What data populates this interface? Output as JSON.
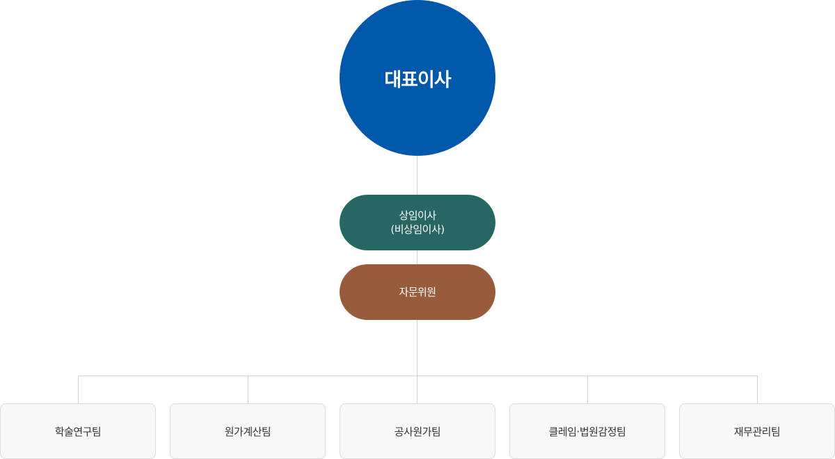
{
  "org_chart": {
    "ceo": {
      "label": "대표이사",
      "color": "#0058aa"
    },
    "executive": {
      "line1": "상임이사",
      "line2": "(비상임이사)",
      "color": "#276662"
    },
    "advisory": {
      "label": "자문위원",
      "color": "#985b3b"
    },
    "teams": [
      {
        "label": "학술연구팀"
      },
      {
        "label": "원가계산팀"
      },
      {
        "label": "공사원가팀"
      },
      {
        "label": "클레임·법원감정팀"
      },
      {
        "label": "재무관리팀"
      }
    ],
    "connector_color": "#d4d4d4",
    "team_box_color": "#f8f8f8"
  }
}
